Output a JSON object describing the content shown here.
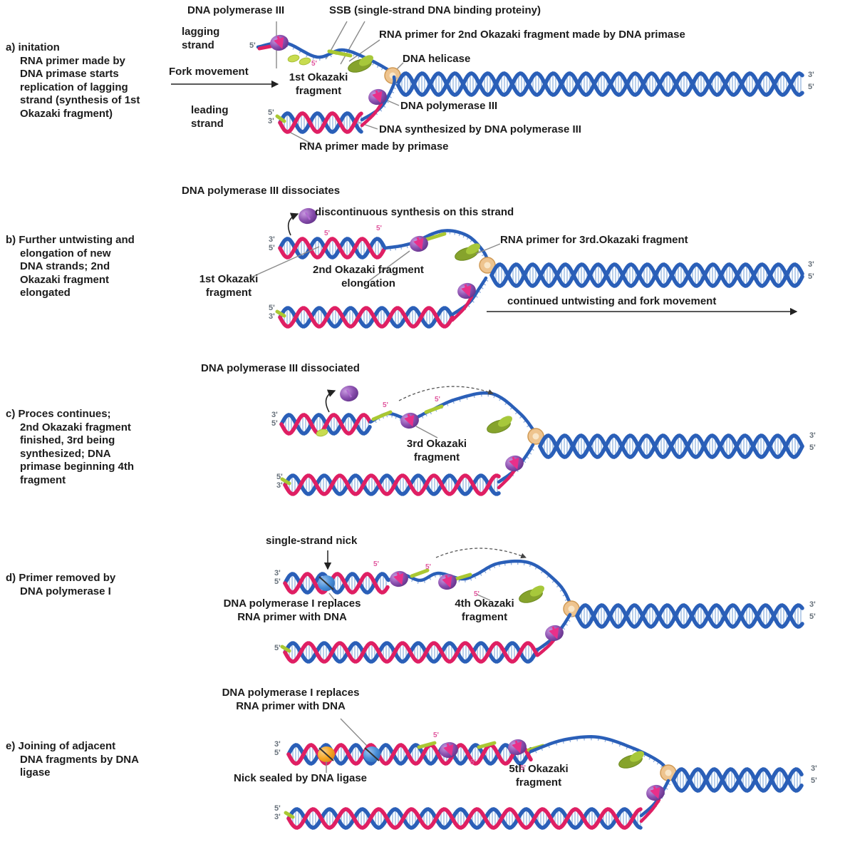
{
  "palette": {
    "strand_blue": "#2a5fb8",
    "strand_red": "#df1f63",
    "rung_blue": "#a8c4e6",
    "tick_blue": "#90aede",
    "primer_green": "#aac832",
    "ssb_green": "#c8dc50",
    "polymerase_purple": "#8a4fae",
    "helicase_tan": "#eec48f",
    "primase_green": "#86a32c",
    "ligase_orange": "#f5a623",
    "pol1_blue": "#4a90d9",
    "pointer_gray": "#8a8a8a",
    "arrow_black": "#222222",
    "prime_pink": "#e0559d",
    "label_black": "#1c1c1c"
  },
  "shared": {
    "p5": "5'",
    "p3": "3'",
    "p53": "5'\n3'",
    "p35": "3'\n5'"
  },
  "sections": {
    "a": {
      "caption": "a) initation\nRNA primer made by\nDNA primase starts\nreplication of lagging\nstrand (synthesis of 1st\nOkazaki fragment)",
      "labels": {
        "pol3_top": "DNA polymerase III",
        "ssb": "SSB (single-strand DNA binding proteiny)",
        "lagging": "lagging\nstrand",
        "rna_primer_2nd": "RNA primer for 2nd Okazaki fragment made by DNA primase",
        "helicase": "DNA helicase",
        "fork_movement": "Fork movement",
        "okazaki1": "1st Okazaki\nfragment",
        "pol3_mid": "DNA polymerase III",
        "dna_synth": "DNA synthesized by DNA polymerase III",
        "rna_primer_primase": "RNA primer made by primase",
        "leading": "leading\nstrand"
      }
    },
    "b": {
      "caption": "b) Further untwisting and\nelongation of new\nDNA strands; 2nd\nOkazaki fragment\nelongated",
      "labels": {
        "pol3_dissociates": "DNA polymerase III dissociates",
        "discontinuous": "discontinuous synthesis on this strand",
        "rna_primer_3rd": "RNA primer for 3rd.Okazaki fragment",
        "okazaki1": "1st Okazaki\nfragment",
        "okazaki2": "2nd Okazaki fragment\nelongation",
        "continued": "continued untwisting and fork movement"
      }
    },
    "c": {
      "caption": "c) Proces continues;\n2nd Okazaki fragment\nfinished, 3rd being\nsynthesized; DNA\nprimase beginning 4th\nfragment",
      "labels": {
        "pol3_dissociated": "DNA polymerase III dissociated",
        "okazaki3": "3rd Okazaki\nfragment"
      }
    },
    "d": {
      "caption": "d) Primer removed by\nDNA polymerase I",
      "labels": {
        "nick": "single-strand nick",
        "pol1_replaces": "DNA polymerase I replaces\nRNA primer with DNA",
        "okazaki4": "4th Okazaki\nfragment"
      }
    },
    "e": {
      "caption": "e) Joining of adjacent\nDNA fragments by DNA\nligase",
      "labels": {
        "pol1_replaces": "DNA polymerase I replaces\nRNA primer with DNA",
        "nick_sealed": "Nick sealed by DNA ligase",
        "okazaki5": "5th Okazaki\nfragment"
      }
    }
  }
}
